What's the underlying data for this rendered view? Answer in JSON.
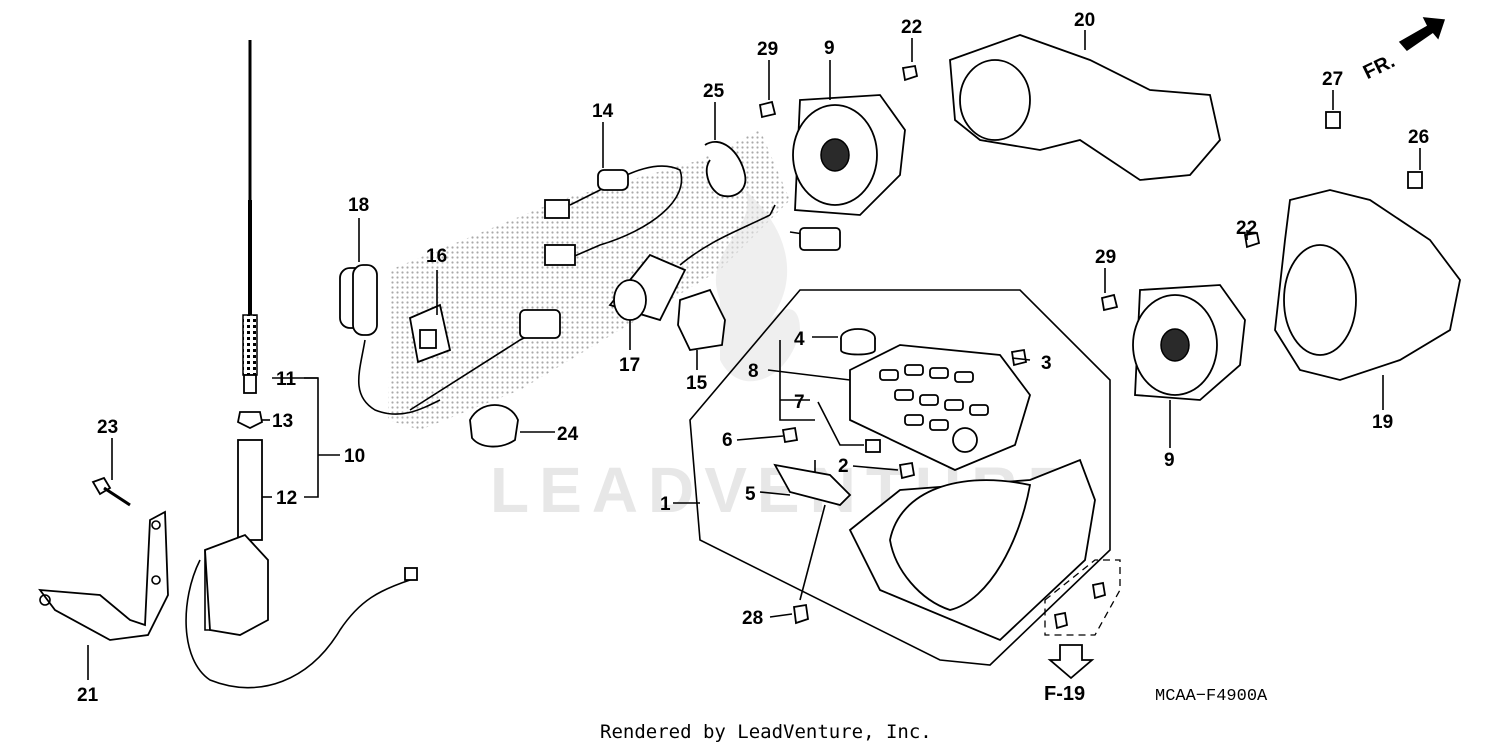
{
  "diagram": {
    "callouts": [
      "1",
      "2",
      "3",
      "4",
      "5",
      "6",
      "7",
      "8",
      "9",
      "9",
      "10",
      "11",
      "12",
      "13",
      "14",
      "15",
      "16",
      "17",
      "18",
      "19",
      "20",
      "21",
      "22",
      "22",
      "23",
      "24",
      "25",
      "26",
      "27",
      "28",
      "29",
      "29"
    ],
    "reference": "F-19",
    "diagram_code": "MCAA−F4900A",
    "direction_label": "FR.",
    "watermark_text": "LEADVENTURE",
    "credit": "Rendered by LeadVenture, Inc.",
    "colors": {
      "ink": "#000000",
      "watermark": "#d8d8d8",
      "shading": "#c8c8c8"
    }
  }
}
